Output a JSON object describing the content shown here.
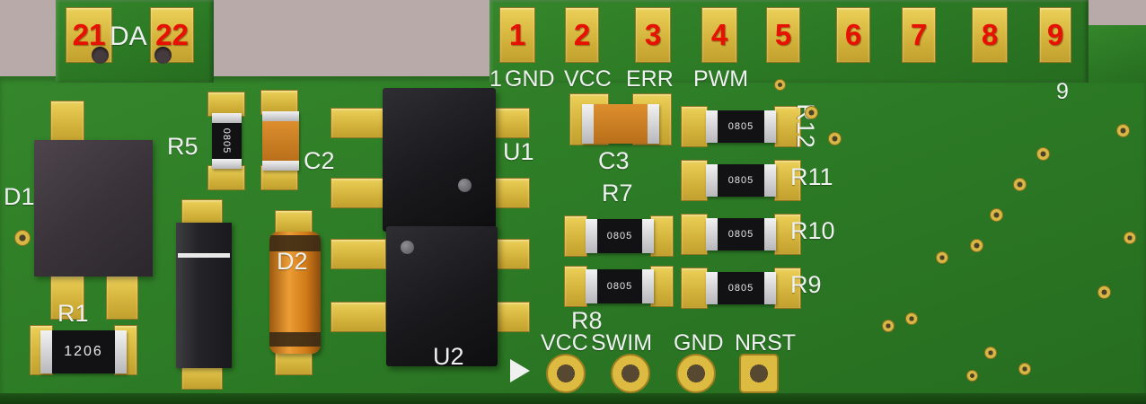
{
  "colors": {
    "background": "#b7aaa9",
    "board_green": "#2e7c28",
    "board_edge": "#1b4a15",
    "pad_gold": "#d7b63e",
    "silkscreen": "#eef1f0",
    "pin_number_red": "#e81000",
    "component_black": "#141416",
    "capacitor_orange": "#d0821f"
  },
  "tab_left": {
    "pad_numbers": [
      "21",
      "22"
    ],
    "label": "DA"
  },
  "top_pins": {
    "numbers": [
      "1",
      "2",
      "3",
      "4",
      "5",
      "6",
      "7",
      "8",
      "9"
    ]
  },
  "silk_top": {
    "pin1": "1",
    "labels": [
      "GND",
      "VCC",
      "ERR",
      "PWM"
    ],
    "corner_number": "9"
  },
  "components": {
    "d1": {
      "ref": "D1"
    },
    "r1": {
      "ref": "R1",
      "marking": "1206"
    },
    "r5": {
      "ref": "R5",
      "marking": "0805"
    },
    "c2": {
      "ref": "C2"
    },
    "d2": {
      "ref": "D2"
    },
    "u1": {
      "ref": "U1"
    },
    "u2": {
      "ref": "U2"
    },
    "c3": {
      "ref": "C3"
    },
    "r7": {
      "ref": "R7",
      "marking": "0805"
    },
    "r8": {
      "ref": "R8",
      "marking": "0805"
    },
    "r9": {
      "ref": "R9",
      "marking": "0805"
    },
    "r10": {
      "ref": "R10",
      "marking": "0805"
    },
    "r11": {
      "ref": "R11",
      "marking": "0805"
    },
    "r12": {
      "ref": "R12",
      "marking": "0805"
    }
  },
  "bottom_header": {
    "labels": [
      "VCC",
      "SWIM",
      "GND",
      "NRST"
    ]
  }
}
